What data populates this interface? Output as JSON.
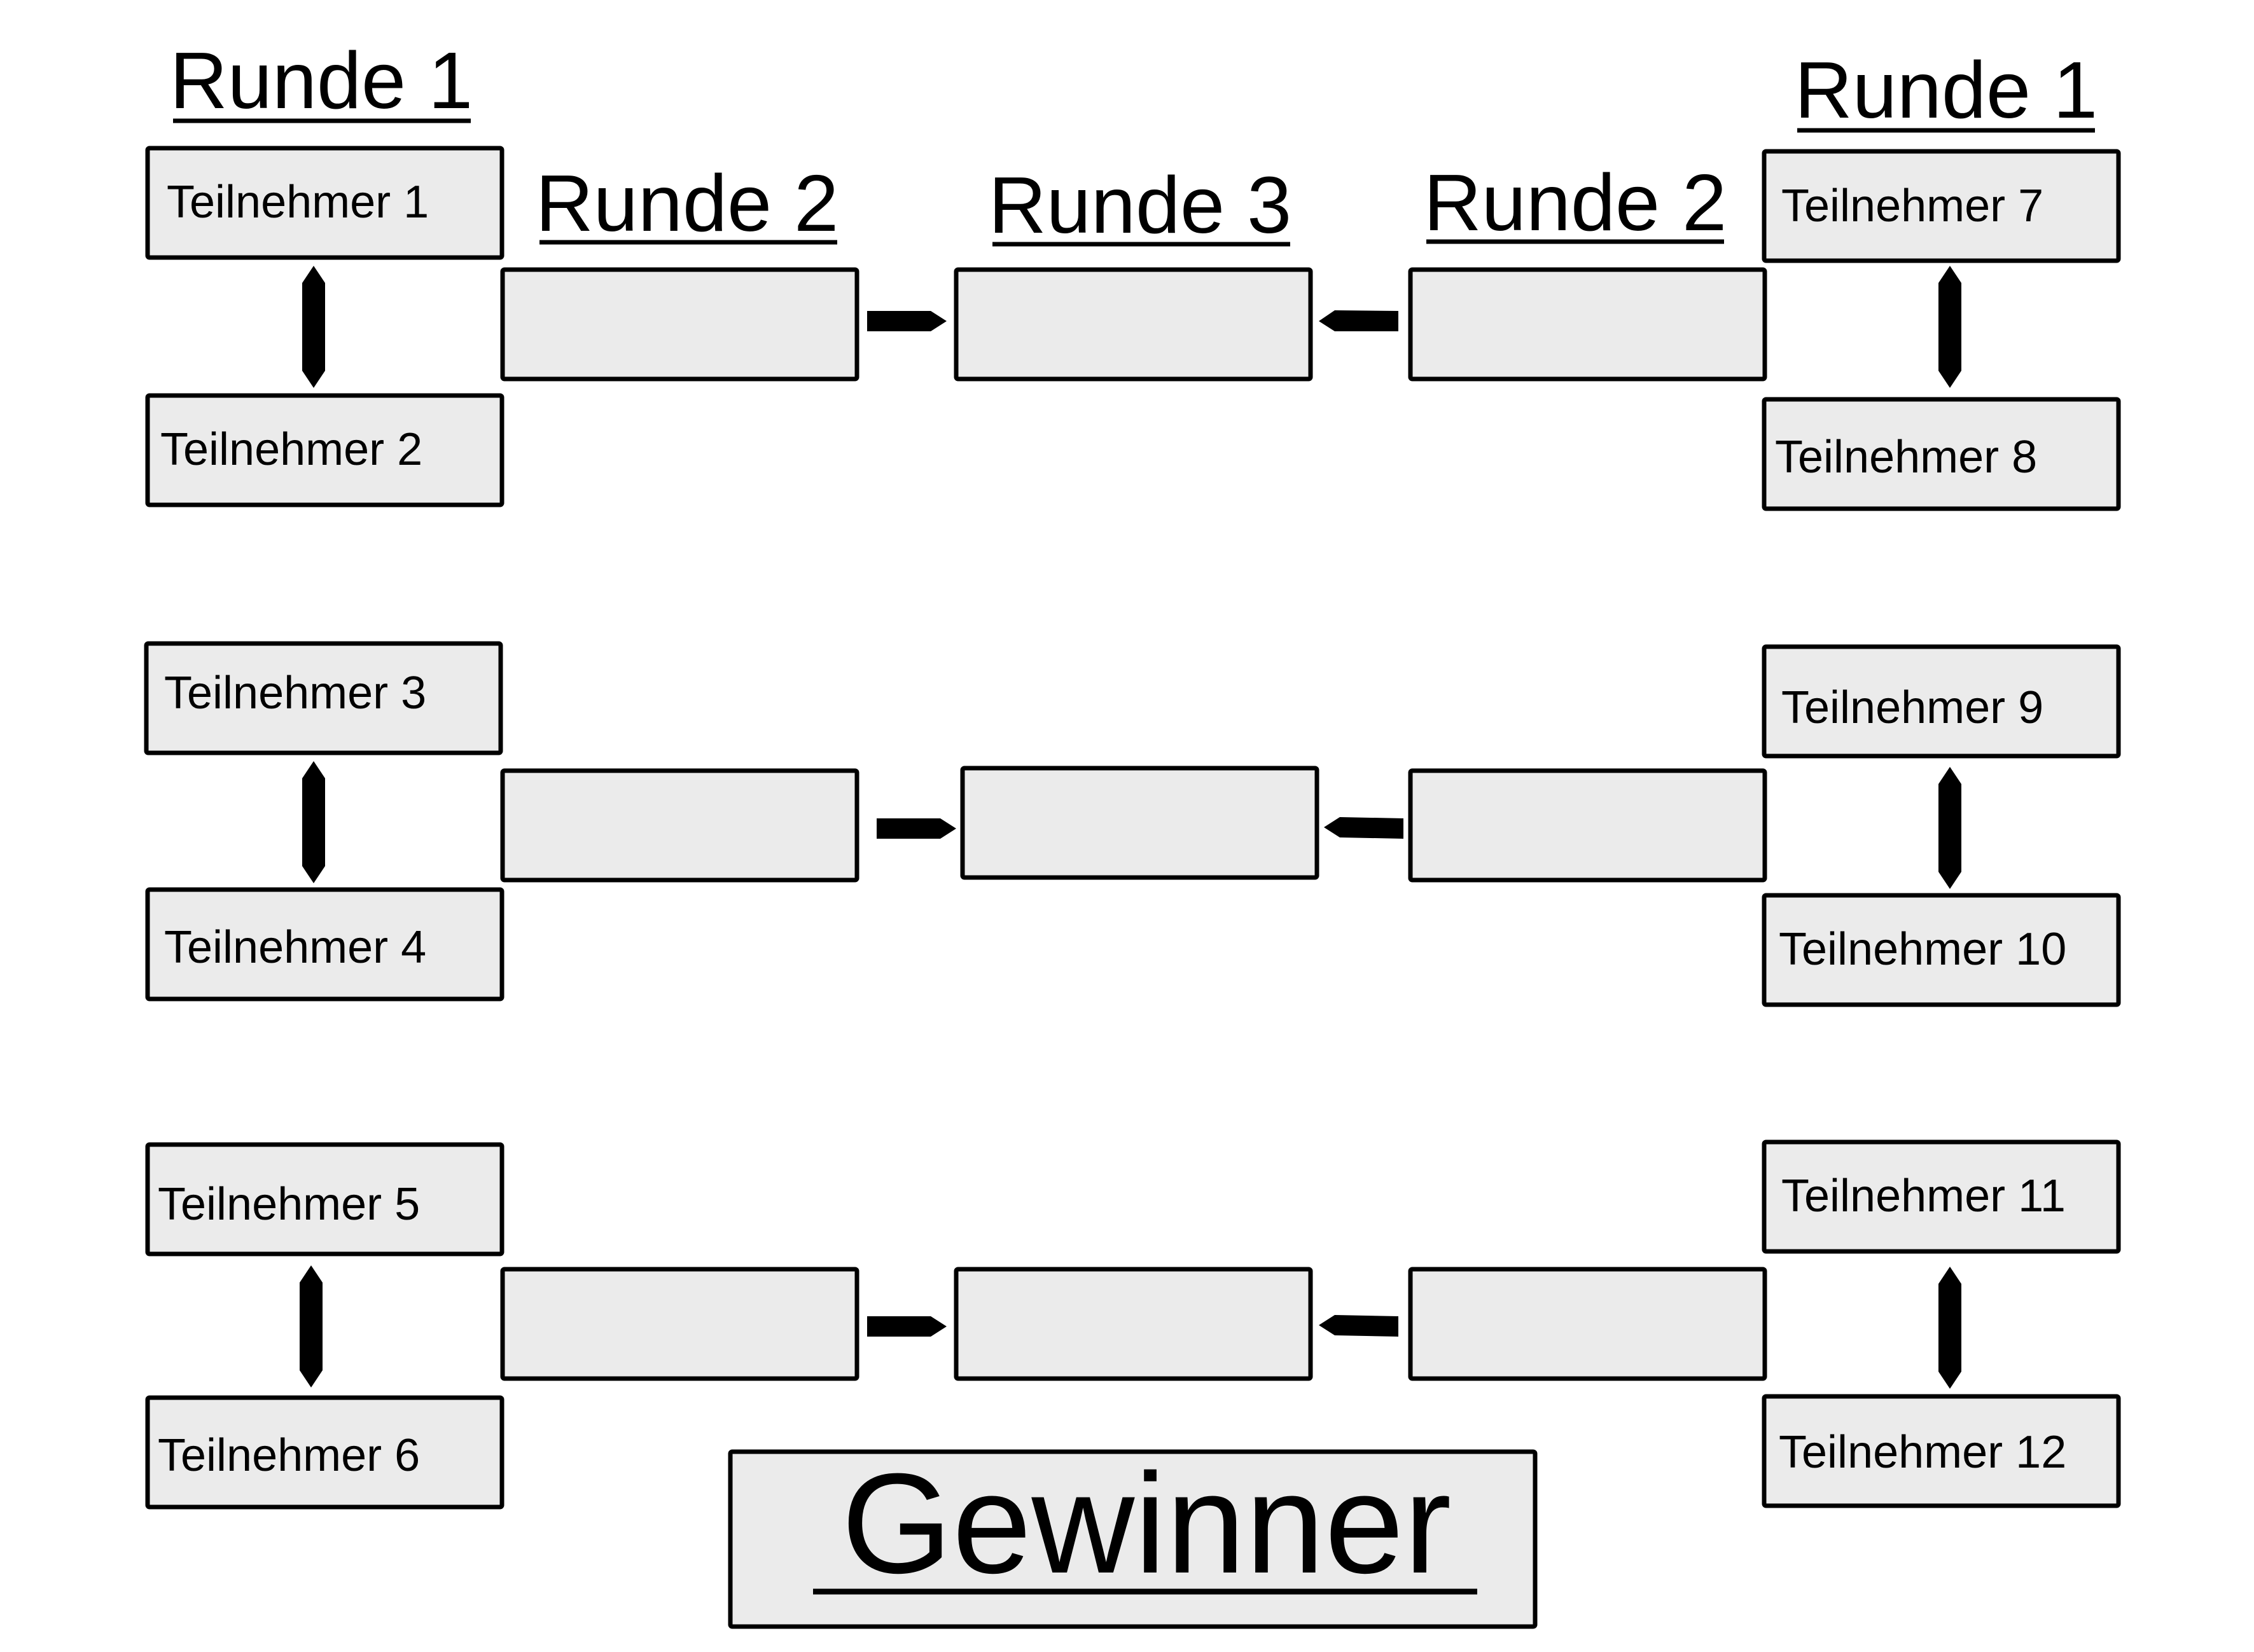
{
  "headers": {
    "left_round1": "Runde 1",
    "left_round2": "Runde 2",
    "center_round3": "Runde 3",
    "right_round2": "Runde 2",
    "right_round1": "Runde 1"
  },
  "participants": [
    "Teilnehmer 1",
    "Teilnehmer 2",
    "Teilnehmer 3",
    "Teilnehmer 4",
    "Teilnehmer 5",
    "Teilnehmer 6",
    "Teilnehmer 7",
    "Teilnehmer 8",
    "Teilnehmer 9",
    "Teilnehmer 10",
    "Teilnehmer 11",
    "Teilnehmer 12"
  ],
  "winner_label": "Gewinner",
  "colors": {
    "box_fill": "#ebebeb",
    "stroke": "#000000",
    "background": "#ffffff"
  }
}
